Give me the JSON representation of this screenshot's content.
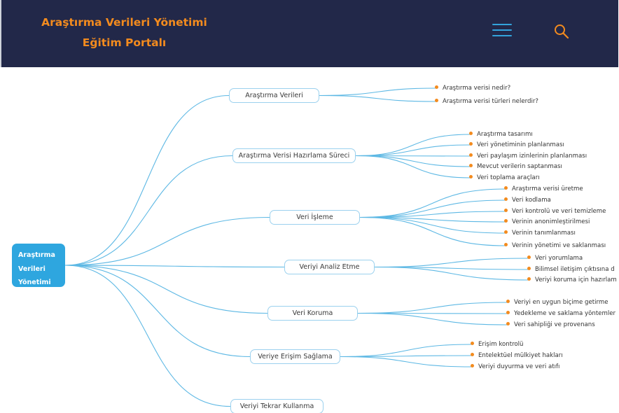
{
  "header": {
    "title_line1": "Araştırma Verileri Yönetimi",
    "title_line2": "Eğitim Portalı",
    "menu_icon": "hamburger-menu-icon",
    "search_icon": "search-icon"
  },
  "colors": {
    "header_bg": "#222849",
    "title": "#f38b1e",
    "accent": "#33a3dc",
    "root_bg": "#2ea6df",
    "line": "#5db8e4",
    "node_border": "#9bd1ee",
    "leaf_dot": "#f38b1e"
  },
  "mindmap": {
    "root": {
      "line1": "Araştırma",
      "line2": "Verileri",
      "line3": "Yönetimi"
    },
    "branches": [
      {
        "label": "Araştırma Verileri",
        "leaves": [
          "Araştırma verisi nedir?",
          "Araştırma verisi türleri nelerdir?"
        ]
      },
      {
        "label": "Araştırma Verisi Hazırlama Süreci",
        "leaves": [
          "Araştırma tasarımı",
          "Veri yönetiminin planlanması",
          "Veri paylaşım izinlerinin planlanması",
          "Mevcut verilerin saptanması",
          "Veri toplama araçları"
        ]
      },
      {
        "label": "Veri İşleme",
        "leaves": [
          "Araştırma verisi üretme",
          "Veri kodlama",
          "Veri kontrolü ve veri temizleme",
          "Verinin anonimleştirilmesi",
          "Verinin tanımlanması",
          "Verinin yönetimi ve saklanması"
        ]
      },
      {
        "label": "Veriyi Analiz Etme",
        "leaves": [
          "Veri yorumlama",
          "Bilimsel iletişim çıktısına d",
          "Veriyi koruma için hazırlam"
        ]
      },
      {
        "label": "Veri Koruma",
        "leaves": [
          "Veriyi en uygun biçime getirme",
          "Yedekleme ve saklama yöntemler",
          "Veri sahipliği ve provenans"
        ]
      },
      {
        "label": "Veriye Erişim Sağlama",
        "leaves": [
          "Erişim kontrolü",
          "Entelektüel mülkiyet hakları",
          "Veriyi duyurma ve veri atıfı"
        ]
      },
      {
        "label": "Veriyi Tekrar Kullanma",
        "leaves": []
      }
    ]
  }
}
